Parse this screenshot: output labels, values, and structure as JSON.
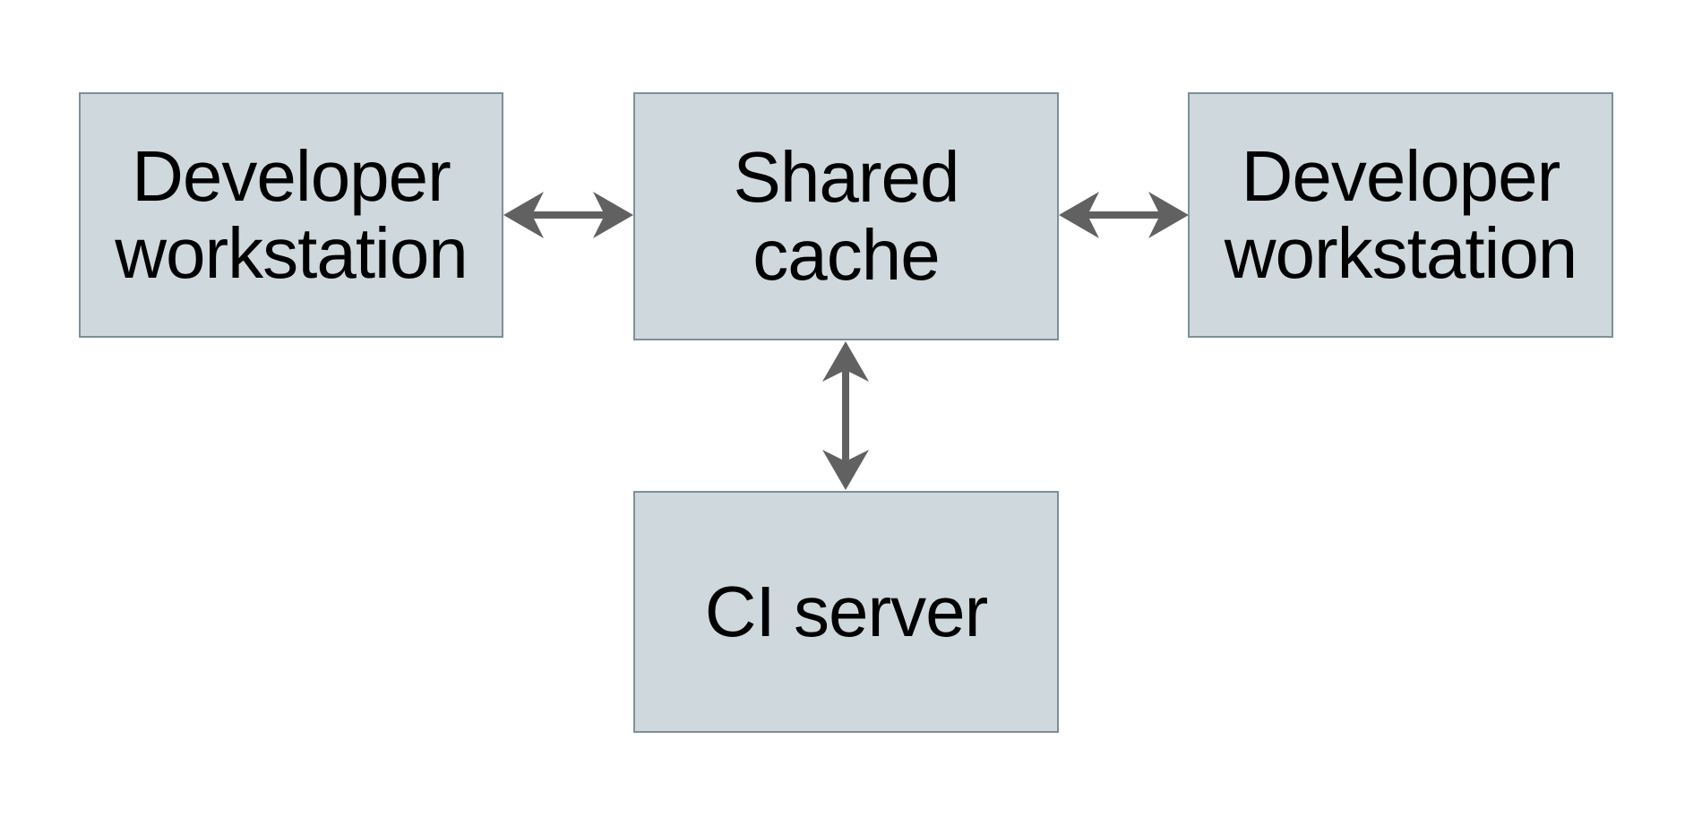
{
  "diagram": {
    "nodes": [
      {
        "id": "dev-workstation-left",
        "label": "Developer\nworkstation"
      },
      {
        "id": "shared-cache",
        "label": "Shared\ncache"
      },
      {
        "id": "dev-workstation-right",
        "label": "Developer\nworkstation"
      },
      {
        "id": "ci-server",
        "label": "CI server"
      }
    ],
    "edges": [
      {
        "from": "dev-workstation-left",
        "to": "shared-cache",
        "direction": "bidirectional"
      },
      {
        "from": "shared-cache",
        "to": "dev-workstation-right",
        "direction": "bidirectional"
      },
      {
        "from": "shared-cache",
        "to": "ci-server",
        "direction": "bidirectional"
      }
    ],
    "colors": {
      "node_fill": "#cfd8dc",
      "node_border": "#7c909a",
      "arrow": "#616161",
      "text": "#000000",
      "background": "#ffffff"
    }
  }
}
